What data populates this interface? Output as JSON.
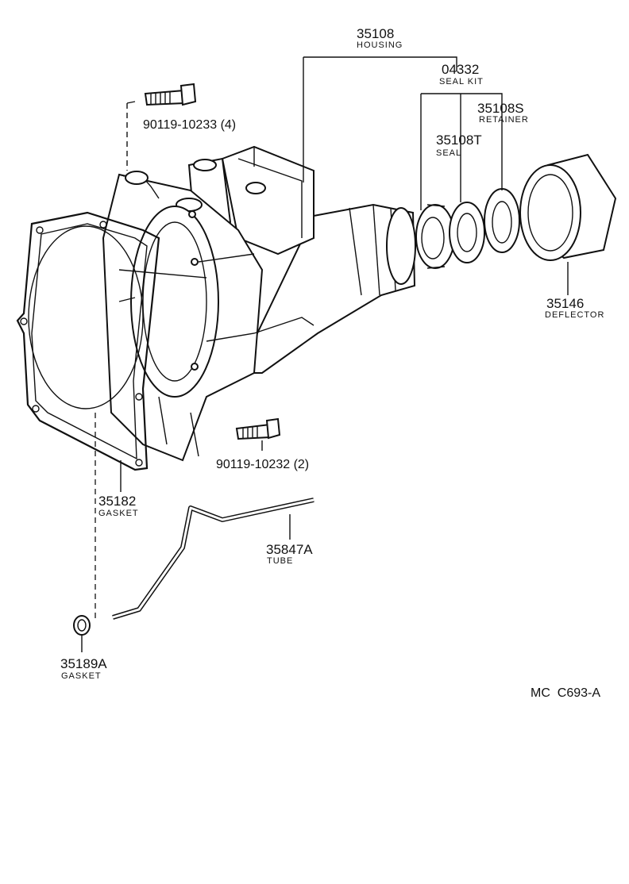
{
  "parts": {
    "housing": {
      "number": "35108",
      "name": "HOUSING"
    },
    "seal_kit": {
      "number": "04332",
      "name": "SEAL KIT"
    },
    "retainer": {
      "number": "35108S",
      "name": "RETAINER"
    },
    "seal": {
      "number": "35108T",
      "name": "SEAL"
    },
    "deflector": {
      "number": "35146",
      "name": "DEFLECTOR"
    },
    "bolt_upper": {
      "number": "90119-10233 (4)"
    },
    "bolt_lower": {
      "number": "90119-10232 (2)"
    },
    "gasket": {
      "number": "35182",
      "name": "GASKET"
    },
    "tube": {
      "number": "35847A",
      "name": "TUBE"
    },
    "gasket_small": {
      "number": "35189A",
      "name": "GASKET"
    }
  },
  "diagram_code": "MC  C693-A"
}
